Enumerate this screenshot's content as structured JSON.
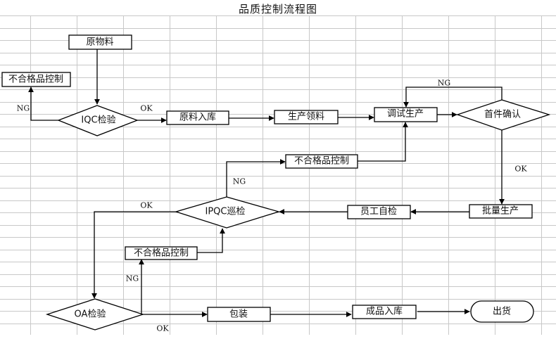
{
  "title": "品质控制流程图",
  "nodes": {
    "raw_material": {
      "label": "原物料",
      "shape": "process"
    },
    "nc_control_top": {
      "label": "不合格品控制",
      "shape": "process"
    },
    "iqc": {
      "label": "IQC检验",
      "shape": "decision"
    },
    "raw_storage": {
      "label": "原料入库",
      "shape": "process"
    },
    "material_pick": {
      "label": "生产领料",
      "shape": "process"
    },
    "trial_production": {
      "label": "调试生产",
      "shape": "process"
    },
    "first_article": {
      "label": "首件确认",
      "shape": "decision"
    },
    "mass_production": {
      "label": "批量生产",
      "shape": "process"
    },
    "self_inspection": {
      "label": "员工自检",
      "shape": "process"
    },
    "ipqc": {
      "label": "IPQC巡检",
      "shape": "decision"
    },
    "nc_control_mid": {
      "label": "不合格品控制",
      "shape": "process"
    },
    "nc_control_low": {
      "label": "不合格品控制",
      "shape": "process"
    },
    "oa": {
      "label": "OA检验",
      "shape": "decision"
    },
    "packing": {
      "label": "包装",
      "shape": "process"
    },
    "fg_storage": {
      "label": "成品入库",
      "shape": "process"
    },
    "shipping": {
      "label": "出货",
      "shape": "terminator"
    }
  },
  "edges": [
    {
      "from": "raw_material",
      "to": "iqc",
      "label": ""
    },
    {
      "from": "iqc",
      "to": "nc_control_top",
      "label": "NG"
    },
    {
      "from": "iqc",
      "to": "raw_storage",
      "label": "OK"
    },
    {
      "from": "raw_storage",
      "to": "material_pick",
      "label": ""
    },
    {
      "from": "material_pick",
      "to": "trial_production",
      "label": ""
    },
    {
      "from": "trial_production",
      "to": "first_article",
      "label": ""
    },
    {
      "from": "first_article",
      "to": "trial_production",
      "label": "NG"
    },
    {
      "from": "first_article",
      "to": "mass_production",
      "label": "OK"
    },
    {
      "from": "mass_production",
      "to": "self_inspection",
      "label": ""
    },
    {
      "from": "self_inspection",
      "to": "ipqc",
      "label": ""
    },
    {
      "from": "ipqc",
      "to": "nc_control_mid",
      "label": "NG"
    },
    {
      "from": "nc_control_mid",
      "to": "trial_production",
      "label": ""
    },
    {
      "from": "ipqc",
      "to": "oa",
      "label": "OK"
    },
    {
      "from": "oa",
      "to": "nc_control_low",
      "label": "NG"
    },
    {
      "from": "nc_control_low",
      "to": "ipqc",
      "label": ""
    },
    {
      "from": "oa",
      "to": "packing",
      "label": "OK"
    },
    {
      "from": "packing",
      "to": "fg_storage",
      "label": ""
    },
    {
      "from": "fg_storage",
      "to": "shipping",
      "label": ""
    }
  ],
  "labels": {
    "ng": "NG",
    "ok": "OK"
  }
}
